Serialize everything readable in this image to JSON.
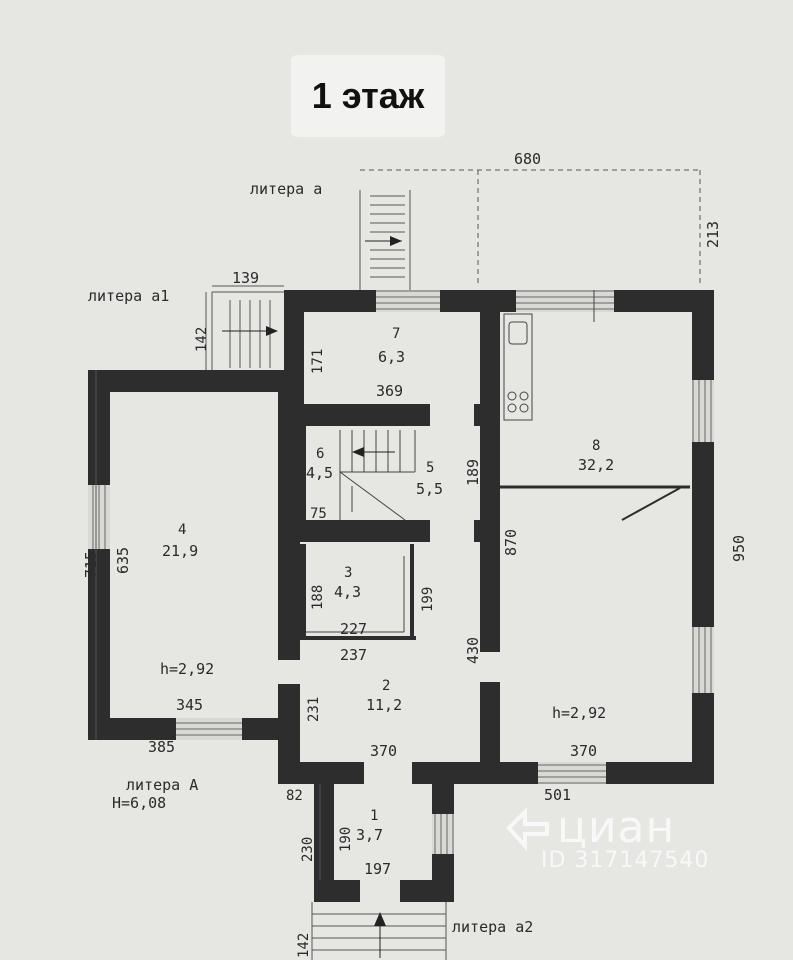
{
  "title": "1 этаж",
  "labels": {
    "litera_a_small": "литера а",
    "litera_a1": "литера а1",
    "litera_A": "литера А",
    "H_total": "Н=6,08",
    "litera_a2": "литера а2"
  },
  "rooms": [
    {
      "num": "1",
      "area": "3,7"
    },
    {
      "num": "2",
      "area": "11,2"
    },
    {
      "num": "3",
      "area": "4,3"
    },
    {
      "num": "4",
      "area": "21,9"
    },
    {
      "num": "5",
      "area": "5,5"
    },
    {
      "num": "6",
      "area": "4,5"
    },
    {
      "num": "7",
      "area": "6,3"
    },
    {
      "num": "8",
      "area": "32,2"
    }
  ],
  "heights": {
    "room4": "h=2,92",
    "room8": "h=2,92"
  },
  "dims": {
    "d680": "680",
    "d213": "213",
    "d139": "139",
    "d142_top": "142",
    "d171": "171",
    "d369": "369",
    "d715": "715",
    "d635": "635",
    "d189": "189",
    "d75": "75",
    "d870": "870",
    "d950": "950",
    "d188": "188",
    "d199": "199",
    "d227": "227",
    "d237": "237",
    "d430": "430",
    "d231": "231",
    "d345": "345",
    "d385": "385",
    "d370_left": "370",
    "d370_right": "370",
    "d501": "501",
    "d82": "82",
    "d230": "230",
    "d190": "190",
    "d197": "197",
    "d142_bottom": "142"
  },
  "watermark": {
    "brand": "циан",
    "id": "ID 317147540"
  }
}
